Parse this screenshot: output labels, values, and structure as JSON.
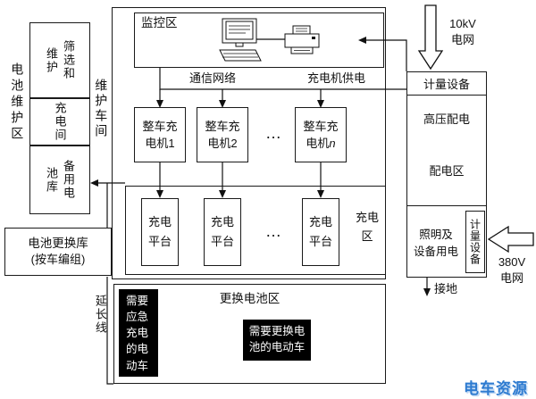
{
  "left": {
    "area_label": "电池维护区",
    "cell_screening": "筛选和维护",
    "cell_charging_room": "充电间",
    "cell_backup_store": "备用电池库",
    "workshop_label": "维护车间",
    "swap_store_line1": "电池更换库",
    "swap_store_line2": "(按车编组)",
    "extension_label": "延长线"
  },
  "monitor": {
    "title": "监控区",
    "comm_label": "通信网络",
    "power_label": "充电机供电"
  },
  "chargers": {
    "c1_line1": "整车充",
    "c1_line2": "电机1",
    "c2_line1": "整车充",
    "c2_line2": "电机2",
    "cn_line1": "整车充",
    "cn_line2_prefix": "电机",
    "cn_var": "n",
    "dots": "…"
  },
  "platforms": {
    "line1": "充电",
    "line2": "平台",
    "dots": "…",
    "area_label_line1": "充电",
    "area_label_line2": "区"
  },
  "swap_zone": {
    "title": "更换电池区",
    "emergency_ev": "需要应急充电的电动车",
    "swap_ev": "需要更换电池的电动车"
  },
  "power": {
    "grid10_line1": "10kV",
    "grid10_line2": "电网",
    "metering_top": "计量设备",
    "hv_label": "高压配电",
    "area_label": "配电区",
    "lighting_line1": "照明及",
    "lighting_line2": "设备用电",
    "metering_side": "计量设备",
    "grid380_line1": "380V",
    "grid380_line2": "电网",
    "ground_label": "接地"
  },
  "watermark": {
    "text": "电车资源",
    "color": "#2e7bd0"
  }
}
